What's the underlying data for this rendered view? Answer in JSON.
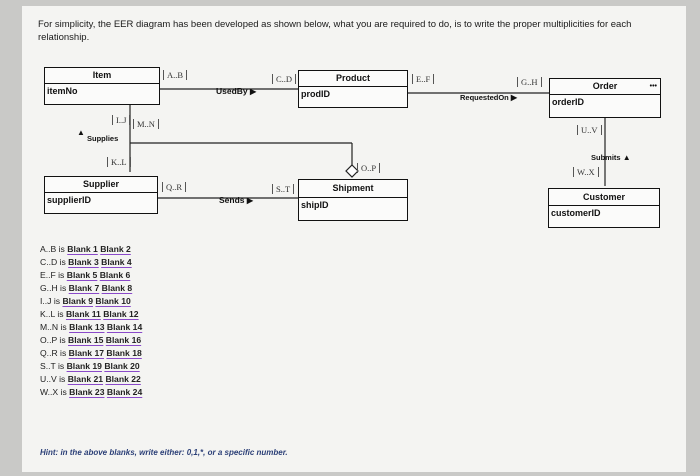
{
  "intro": "For simplicity, the EER diagram has been developed as shown below, what you are required to do, is to write the proper multiplicities for each relationship.",
  "classes": {
    "item": {
      "name": "Item",
      "attr": "itemNo"
    },
    "product": {
      "name": "Product",
      "attr": "prodID"
    },
    "order": {
      "name": "Order",
      "attr": "orderID"
    },
    "supplier": {
      "name": "Supplier",
      "attr": "supplierID"
    },
    "shipment": {
      "name": "Shipment",
      "attr": "shipID"
    },
    "customer": {
      "name": "Customer",
      "attr": "customerID"
    }
  },
  "multiplicities": {
    "ab": "A..B",
    "cd": "C..D",
    "ef": "E..F",
    "gh": "G..H",
    "ij": "I..J",
    "mn": "M..N",
    "kl": "K..L",
    "op": "O..P",
    "uv": "U..V",
    "wx": "W..X",
    "qr": "Q..R",
    "st": "S..T"
  },
  "relationships": {
    "usedby": "UsedBy",
    "requestedon": "RequestedOn",
    "supplies": "Supplies",
    "submits": "Submits",
    "sends": "Sends"
  },
  "order_dots": "•••",
  "blanks": [
    {
      "label": "A..B is",
      "b1": "Blank 1",
      "b2": "Blank 2"
    },
    {
      "label": "C..D is",
      "b1": "Blank 3",
      "b2": "Blank 4"
    },
    {
      "label": "E..F is",
      "b1": "Blank 5",
      "b2": "Blank 6"
    },
    {
      "label": "G..H is",
      "b1": "Blank 7",
      "b2": "Blank 8"
    },
    {
      "label": "I..J is",
      "b1": "Blank 9",
      "b2": "Blank 10"
    },
    {
      "label": "K..L is",
      "b1": "Blank 11",
      "b2": "Blank 12"
    },
    {
      "label": "M..N is",
      "b1": "Blank 13",
      "b2": "Blank 14"
    },
    {
      "label": "O..P is",
      "b1": "Blank 15",
      "b2": "Blank 16"
    },
    {
      "label": "Q..R is",
      "b1": "Blank 17",
      "b2": "Blank 18"
    },
    {
      "label": "S..T is",
      "b1": "Blank 19",
      "b2": "Blank 20"
    },
    {
      "label": "U..V is",
      "b1": "Blank 21",
      "b2": "Blank 22"
    },
    {
      "label": "W..X is",
      "b1": "Blank 23",
      "b2": "Blank 24"
    }
  ],
  "hint": "Hint: in the above blanks, write either: 0,1,*, or a specific number."
}
